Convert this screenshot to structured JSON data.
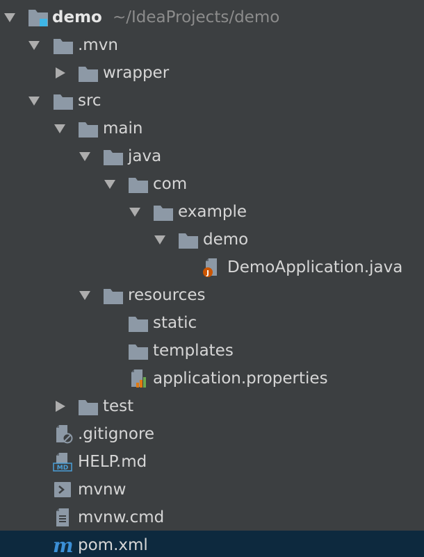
{
  "project": {
    "name": "demo",
    "path": "~/IdeaProjects/demo"
  },
  "nodes": {
    "mvn": ".mvn",
    "wrapper": "wrapper",
    "src": "src",
    "main": "main",
    "java": "java",
    "com": "com",
    "example": "example",
    "demo_pkg": "demo",
    "demo_app": "DemoApplication.java",
    "resources": "resources",
    "static": "static",
    "templates": "templates",
    "app_props": "application.properties",
    "test": "test",
    "gitignore": ".gitignore",
    "help": "HELP.md",
    "mvnw": "mvnw",
    "mvnw_cmd": "mvnw.cmd",
    "pom": "pom.xml"
  },
  "icons": {
    "md_badge": "MD",
    "java_badge": "J",
    "maven_badge": "m"
  },
  "colors": {
    "background": "#3c3f41",
    "selection": "#0d293e",
    "folder": "#8d99a6",
    "module_marker": "#3fb6e6",
    "java_badge": "#cc5500",
    "maven": "#3b8fd6",
    "text": "#d6d6d6",
    "path_text": "#8c8c8c"
  }
}
